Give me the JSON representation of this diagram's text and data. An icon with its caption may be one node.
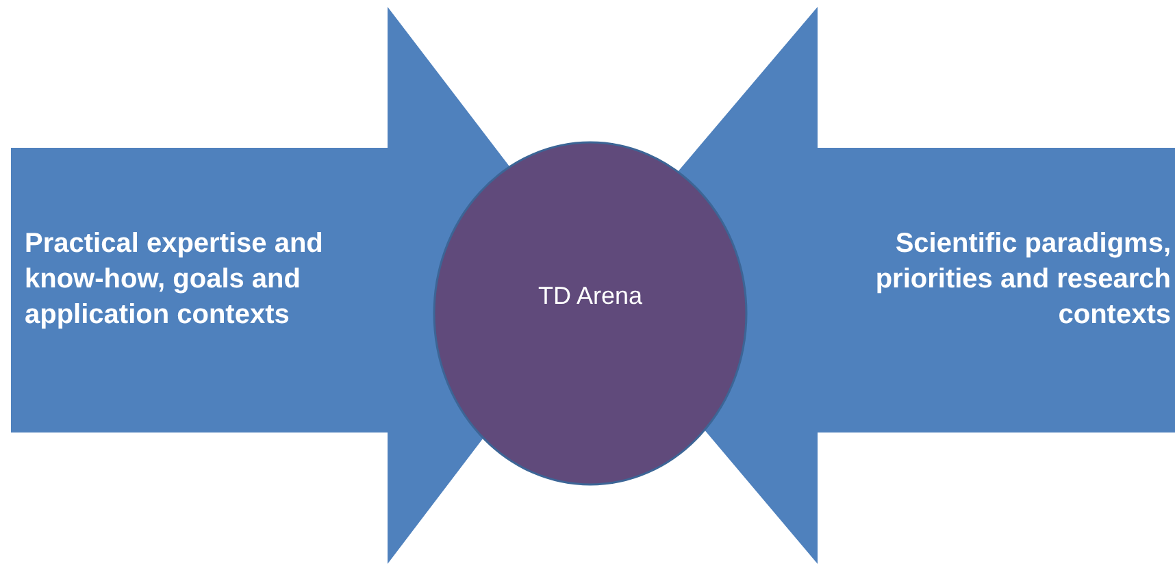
{
  "diagram": {
    "nodes": [
      {
        "text": [
          "Practical expertise and know-how, goals and application contexts"
        ]
      },
      {
        "text": [
          "TD Arena"
        ]
      },
      {
        "text": [
          "Scientific paradigms, priorities and research contexts"
        ]
      }
    ]
  }
}
